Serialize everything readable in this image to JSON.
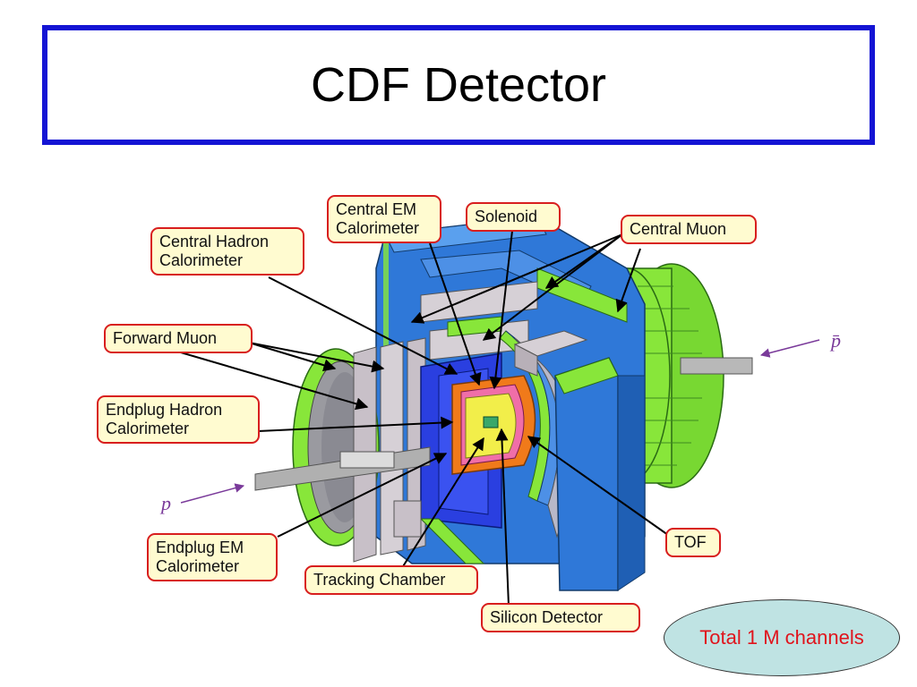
{
  "title": "CDF Detector",
  "labels": {
    "central_em_line1": "Central EM",
    "central_em_line2": "Calorimeter",
    "solenoid": "Solenoid",
    "central_muon": "Central Muon",
    "central_hadron_line1": "Central Hadron",
    "central_hadron_line2": "Calorimeter",
    "forward_muon": "Forward Muon",
    "endplug_hadron_line1": "Endplug Hadron",
    "endplug_hadron_line2": "Calorimeter",
    "endplug_em_line1": "Endplug EM",
    "endplug_em_line2": "Calorimeter",
    "tracking_chamber": "Tracking Chamber",
    "silicon_detector": "Silicon Detector",
    "tof": "TOF"
  },
  "beams": {
    "p": "p",
    "pbar": "p̄"
  },
  "note": "Total 1 M channels",
  "colors": {
    "title_border": "#1414d4",
    "callout_border": "#d81e1e",
    "callout_fill": "#fffbd0",
    "muon_green": "#88e63a",
    "structure_blue": "#2f78d8",
    "inner_blue": "#2a3fe0",
    "calorimeter_orange": "#f07a1a",
    "solenoid_pink": "#f06ea8",
    "tracker_yellow": "#f2ee4a",
    "steel_grey": "#c8c0c8",
    "beam_purple": "#7a3a9a",
    "note_fill": "#bfe3e3",
    "note_text": "#e0141c"
  }
}
